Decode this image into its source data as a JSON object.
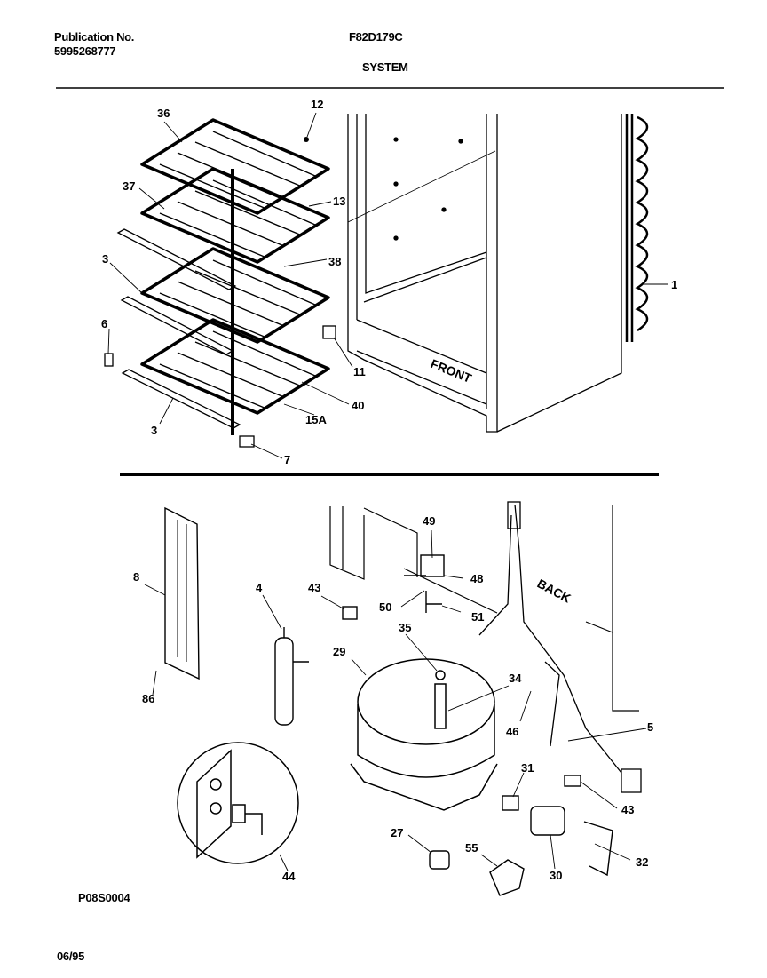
{
  "header": {
    "publication_label": "Publication No.",
    "publication_number": "5995268777",
    "model": "F82D179C",
    "section": "SYSTEM"
  },
  "labels": {
    "front": "FRONT",
    "back": "BACK"
  },
  "callouts": {
    "c36": "36",
    "c12": "12",
    "c37": "37",
    "c13": "13",
    "c3a": "3",
    "c38": "38",
    "c1": "1",
    "c6": "6",
    "c11": "11",
    "c40": "40",
    "c15a": "15A",
    "c3b": "3",
    "c7": "7",
    "c49": "49",
    "c8": "8",
    "c4": "4",
    "c43a": "43",
    "c48": "48",
    "c50": "50",
    "c51": "51",
    "c35": "35",
    "c29": "29",
    "c34": "34",
    "c46": "46",
    "c5": "5",
    "c86": "86",
    "c31": "31",
    "c43b": "43",
    "c27": "27",
    "c32": "32",
    "c55": "55",
    "c30": "30",
    "c44": "44"
  },
  "footer": {
    "drawing_code": "P08S0004",
    "date": "06/95"
  }
}
